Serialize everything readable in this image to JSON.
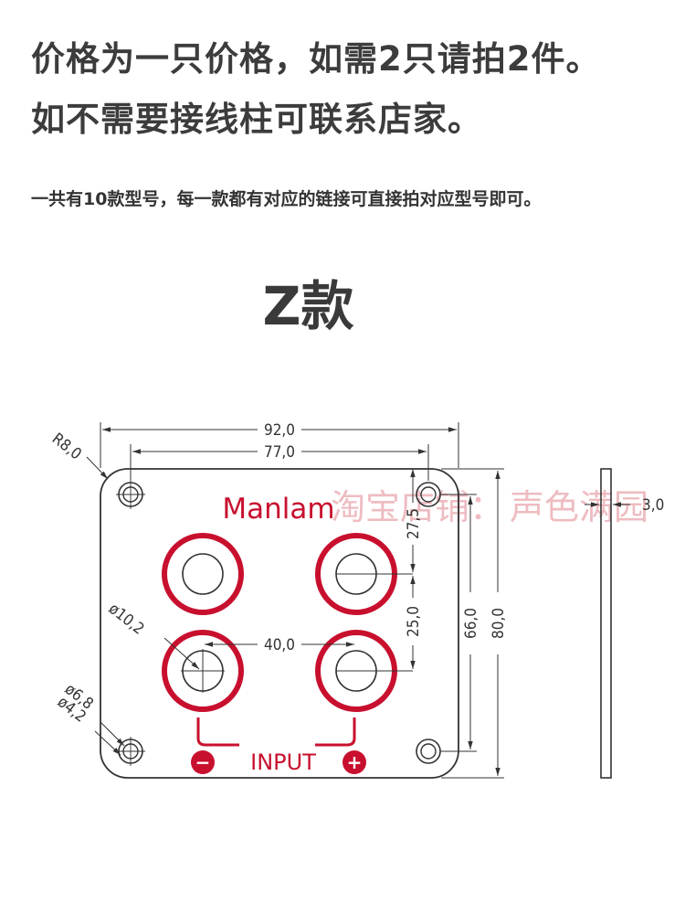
{
  "header": {
    "line1": "价格为一只价格，如需2只请拍2件。",
    "line2": "如不需要接线柱可联系店家。",
    "note": "一共有10款型号，每一款都有对应的链接可直接拍对应型号即可。"
  },
  "model": {
    "title": "Z款"
  },
  "diagram": {
    "brand": "Manlam",
    "input_label": "INPUT",
    "minus_symbol": "−",
    "plus_symbol": "+",
    "dims": {
      "width_total": "92,0",
      "width_holes": "77,0",
      "height_total": "80,0",
      "height_holes": "66,0",
      "offset_top": "27,5",
      "spacing_vertical": "25,0",
      "spacing_horizontal": "40,0",
      "corner_radius": "R8,0",
      "hole_large": "ø10,2",
      "hole_counter": "ø6,8",
      "hole_small": "ø4,2",
      "thickness": "3,0"
    },
    "watermark_left": "淘宝店铺：",
    "watermark_right": "声色满园",
    "accent_color": "#c8102e"
  }
}
